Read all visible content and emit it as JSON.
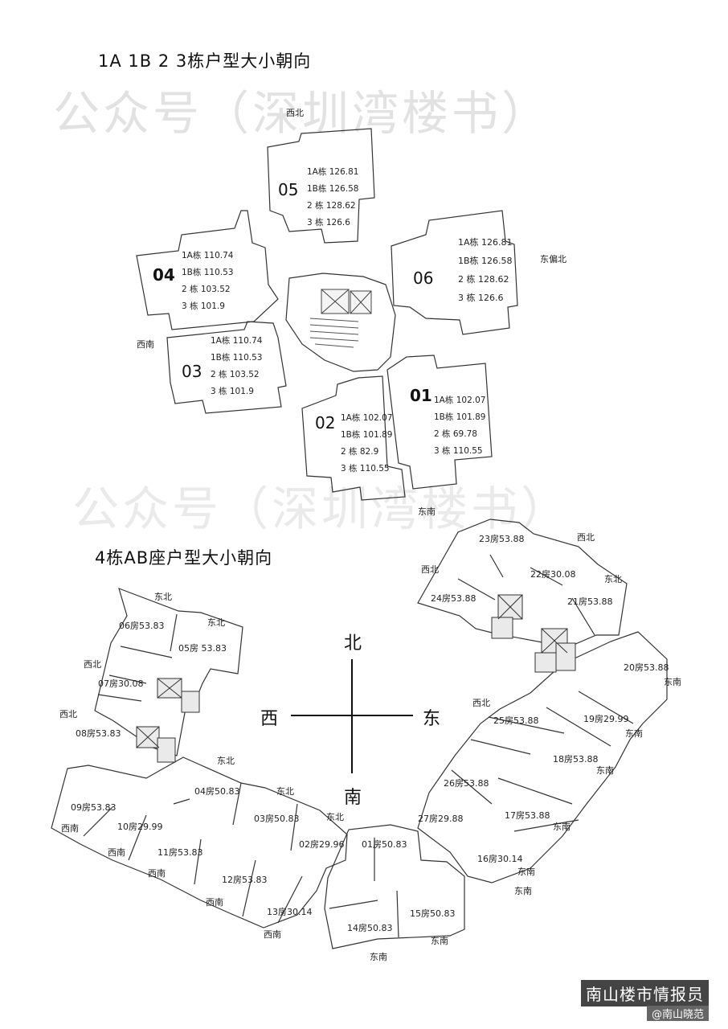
{
  "section1_title": "1A 1B 2 3栋户型大小朝向",
  "section2_title": "4栋AB座户型大小朝向",
  "watermark": "公众号（深圳湾楼书）",
  "credit": "南山楼市情报员",
  "credit_sub": "@南山晓范",
  "tower1": {
    "directions": {
      "nw": "西北",
      "ene": "东偏北",
      "sw": "西南",
      "se": "东南"
    },
    "units": [
      {
        "id": "05",
        "rows": [
          [
            "1A栋",
            "126.81"
          ],
          [
            "1B栋",
            "126.58"
          ],
          [
            "2 栋",
            "128.62"
          ],
          [
            "3 栋",
            "126.6"
          ]
        ]
      },
      {
        "id": "06",
        "rows": [
          [
            "1A栋",
            "126.81"
          ],
          [
            "1B栋",
            "126.58"
          ],
          [
            "2 栋",
            "128.62"
          ],
          [
            "3 栋",
            "126.6"
          ]
        ]
      },
      {
        "id": "04",
        "rows": [
          [
            "1A栋",
            "110.74"
          ],
          [
            "1B栋",
            "110.53"
          ],
          [
            "2 栋",
            "103.52"
          ],
          [
            "3 栋",
            "101.9"
          ]
        ]
      },
      {
        "id": "03",
        "rows": [
          [
            "1A栋",
            "110.74"
          ],
          [
            "1B栋",
            "110.53"
          ],
          [
            "2 栋",
            "103.52"
          ],
          [
            "3 栋",
            "101.9"
          ]
        ]
      },
      {
        "id": "01",
        "rows": [
          [
            "1A栋",
            "102.07"
          ],
          [
            "1B栋",
            "101.89"
          ],
          [
            "2 栋",
            "69.78"
          ],
          [
            "3 栋",
            "110.55"
          ]
        ]
      },
      {
        "id": "02",
        "rows": [
          [
            "1A栋",
            "102.07"
          ],
          [
            "1B栋",
            "101.89"
          ],
          [
            "2 栋",
            "82.9"
          ],
          [
            "3 栋",
            "110.55"
          ]
        ]
      }
    ]
  },
  "compass": {
    "north": "北",
    "south": "南",
    "west": "西",
    "east": "东"
  },
  "tower4": {
    "rooms": [
      "01房50.83",
      "02房29.96",
      "03房50.83",
      "04房50.83",
      "05房 53.83",
      "06房53.83",
      "07房30.08",
      "08房53.83",
      "09房53.83",
      "10房29.99",
      "11房53.83",
      "12房53.83",
      "13房30.14",
      "14房50.83",
      "15房50.83",
      "16房30.14",
      "17房53.88",
      "18房53.88",
      "19房29.99",
      "20房53.88",
      "21房53.88",
      "22房30.08",
      "23房53.88",
      "24房53.88",
      "25房53.88",
      "26房53.88",
      "27房29.88"
    ],
    "dirs": {
      "d1": "东北",
      "d2": "东北",
      "d3": "西北",
      "d4": "西北",
      "d5": "东北",
      "d6": "东北",
      "d7": "东北",
      "d8": "西南",
      "d9": "西南",
      "d10": "西南",
      "d11": "西南",
      "d12": "西南",
      "d13": "东南",
      "d14": "东南",
      "d15": "东南",
      "d16": "东南",
      "d17": "东南",
      "d18": "东南",
      "d19": "东南",
      "d20": "西北",
      "d21": "西北",
      "d22": "东北",
      "d23": "西北",
      "d24": "东南"
    }
  }
}
